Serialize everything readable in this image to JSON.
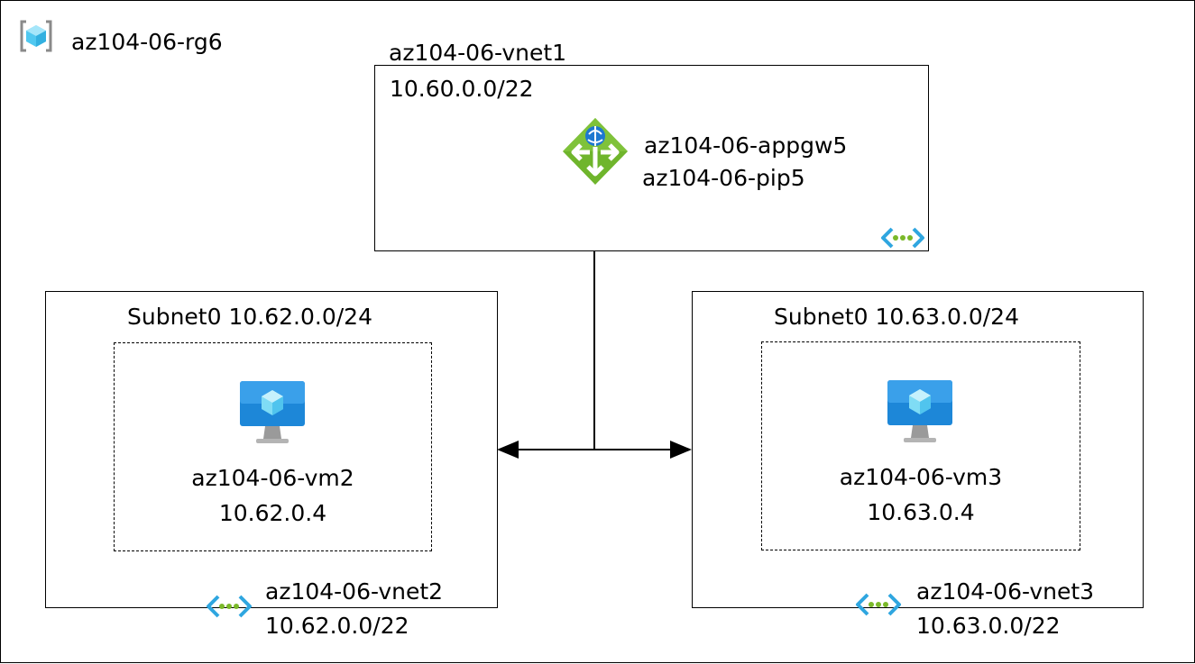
{
  "resource_group": {
    "name": "az104-06-rg6",
    "icon": "resource-group-icon"
  },
  "vnet1": {
    "name": "az104-06-vnet1",
    "address_space": "10.60.0.0/22",
    "appgw": {
      "name": "az104-06-appgw5",
      "public_ip": "az104-06-pip5",
      "icon": "application-gateway-icon"
    },
    "icon": "virtual-network-icon"
  },
  "vnet2": {
    "name": "az104-06-vnet2",
    "address_space": "10.62.0.0/22",
    "subnet": "Subnet0 10.62.0.0/24",
    "vm": {
      "name": "az104-06-vm2",
      "ip": "10.62.0.4",
      "icon": "virtual-machine-icon"
    },
    "icon": "virtual-network-icon"
  },
  "vnet3": {
    "name": "az104-06-vnet3",
    "address_space": "10.63.0.0/22",
    "subnet": "Subnet0 10.63.0.0/24",
    "vm": {
      "name": "az104-06-vm3",
      "ip": "10.63.0.4",
      "icon": "virtual-machine-icon"
    },
    "icon": "virtual-network-icon"
  },
  "colors": {
    "vnet_chevron": "#2fa6e0",
    "vnet_dots": "#7ab829",
    "appgw_green": "#6fb52c",
    "vm_blue": "#1d87d8"
  }
}
